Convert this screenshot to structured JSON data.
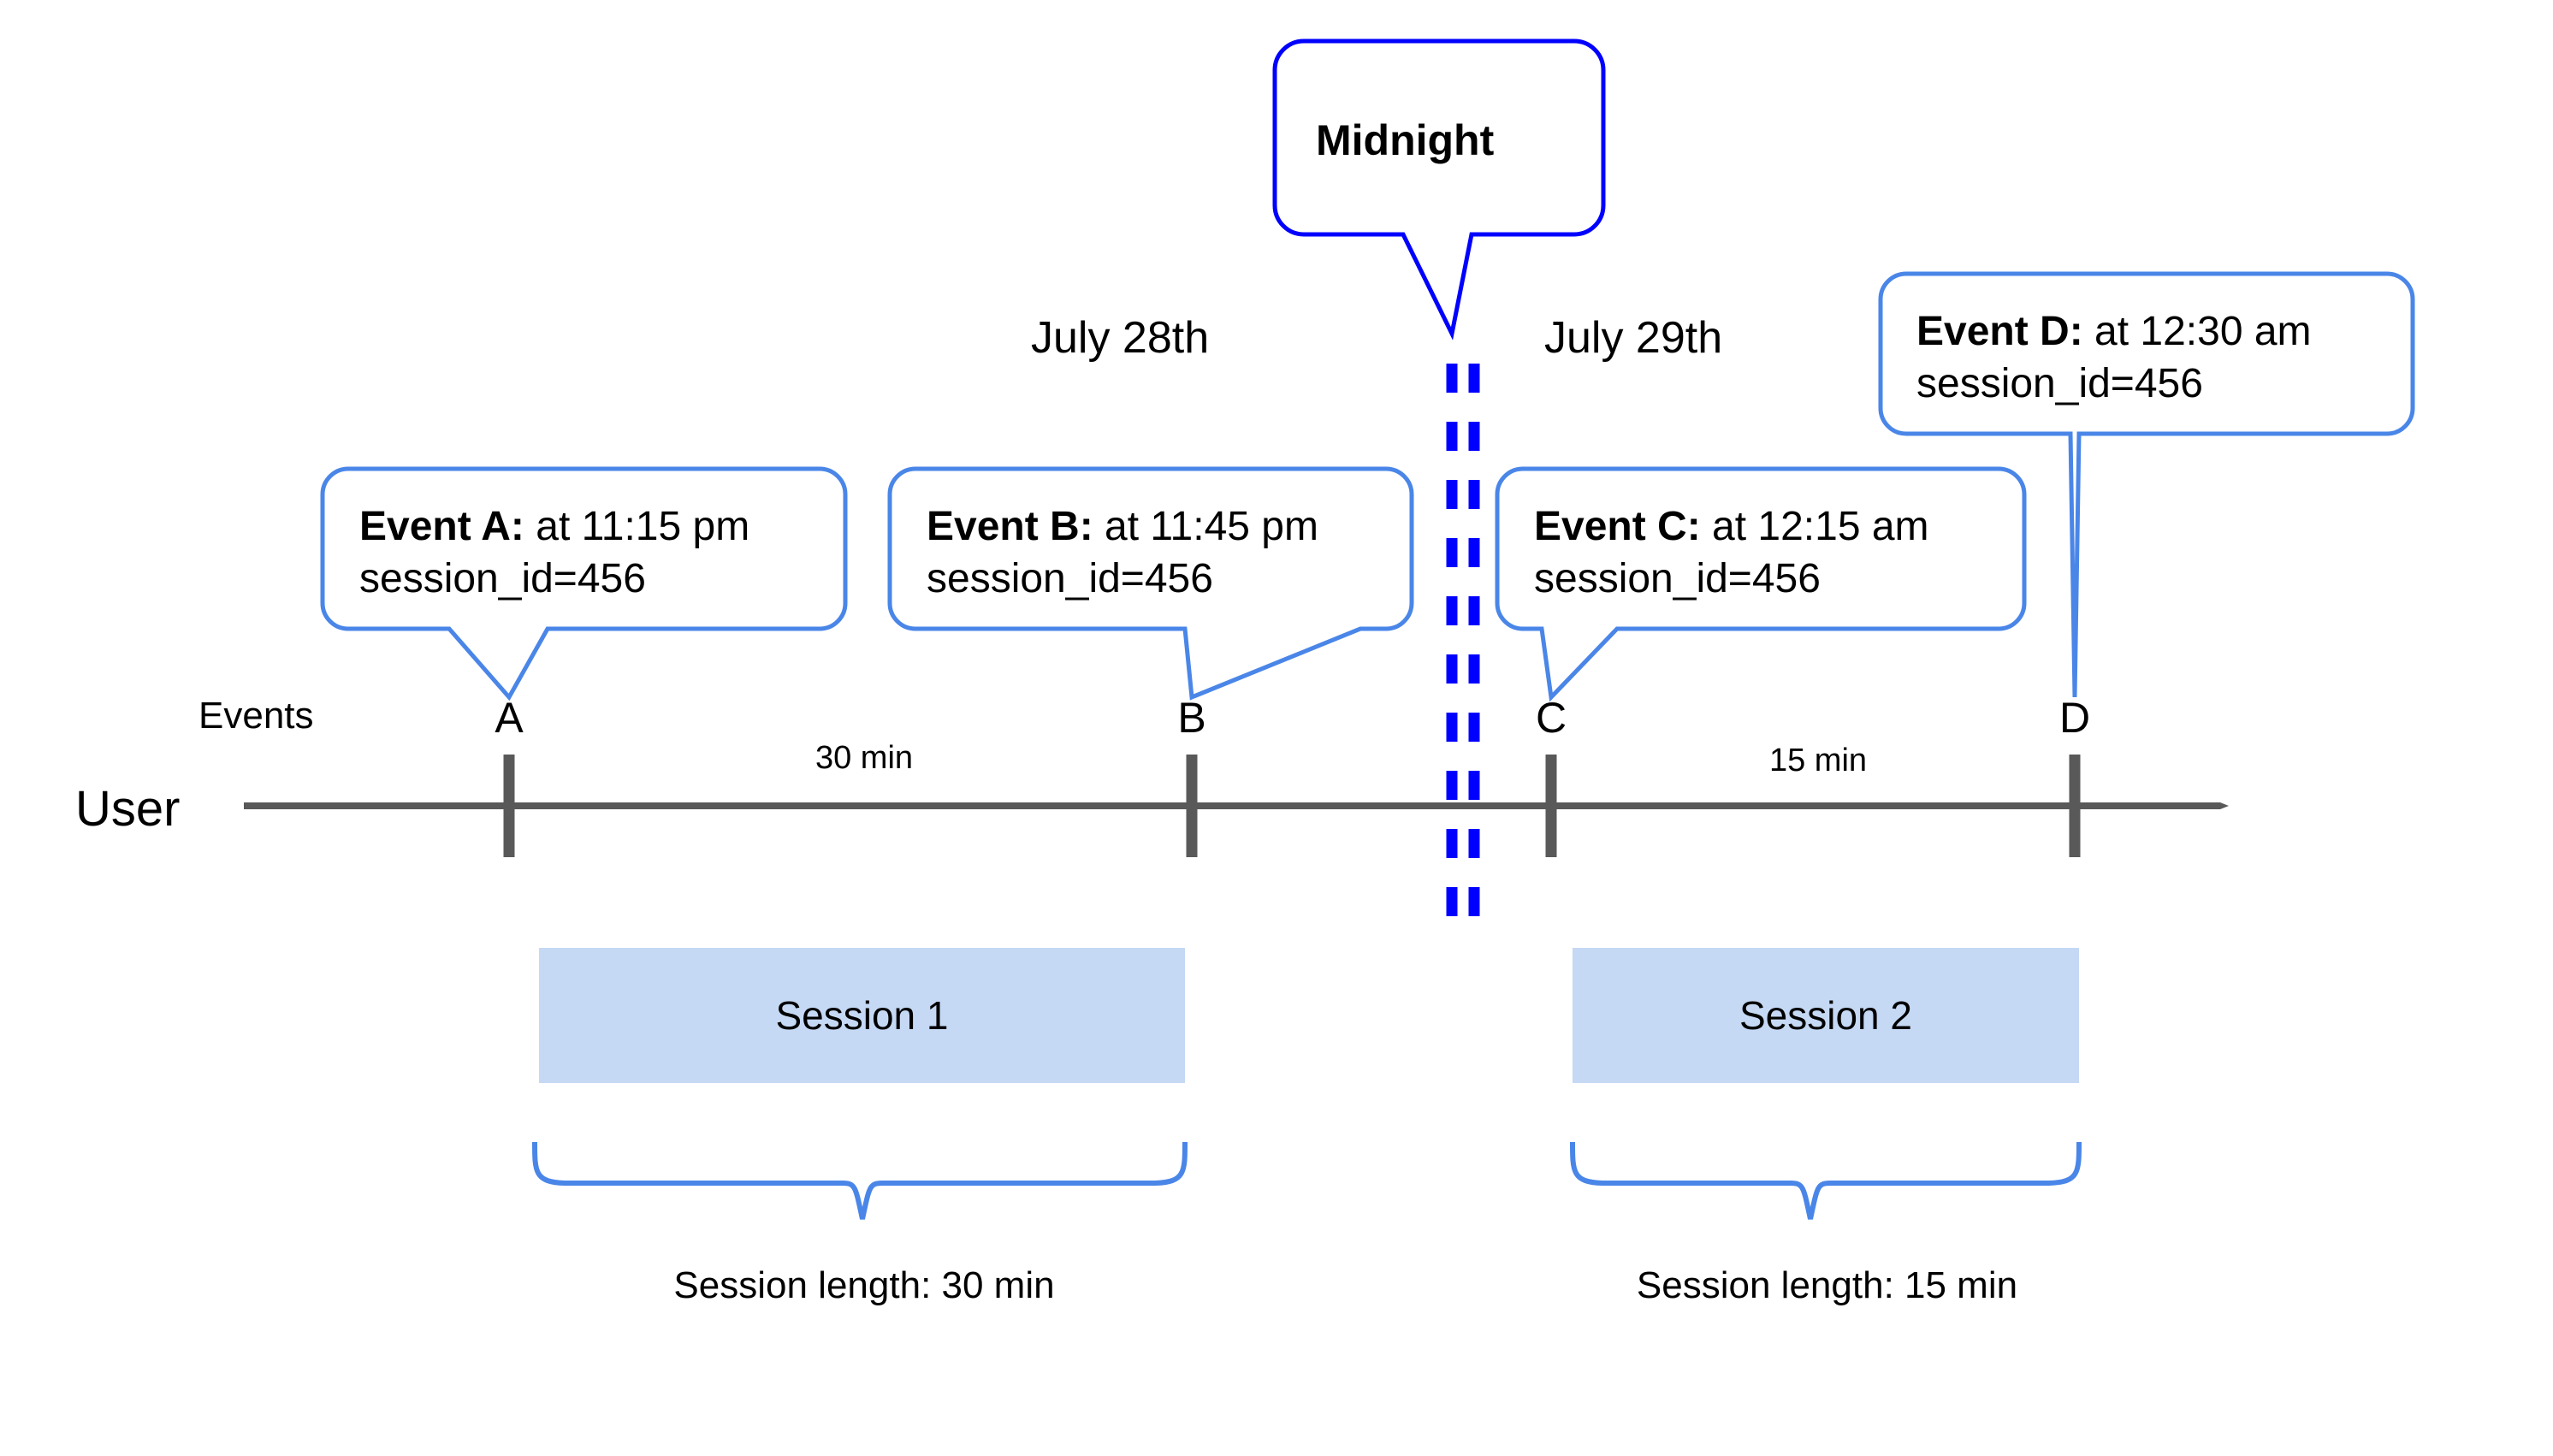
{
  "diagram": {
    "title_callout": {
      "label": "Midnight"
    },
    "lane_label": "User",
    "events_row_label": "Events",
    "dates": [
      {
        "label": "July 28th"
      },
      {
        "label": "July 29th"
      }
    ],
    "events": [
      {
        "marker": "A",
        "title": "Event A:",
        "detail": " at 11:15 pm",
        "line2": "session_id=456"
      },
      {
        "marker": "B",
        "title": "Event B:",
        "detail": " at 11:45 pm",
        "line2": "session_id=456"
      },
      {
        "marker": "C",
        "title": "Event C:",
        "detail": " at 12:15 am",
        "line2": "session_id=456"
      },
      {
        "marker": "D",
        "title": "Event D:",
        "detail": " at 12:30 am",
        "line2": "session_id=456"
      }
    ],
    "gaps": [
      {
        "label": "30 min"
      },
      {
        "label": "15 min"
      }
    ],
    "sessions": [
      {
        "label": "Session 1",
        "length_label": "Session length: 30 min"
      },
      {
        "label": "Session 2",
        "length_label": "Session length: 15 min"
      }
    ],
    "colors": {
      "callout_border": "#4a86e8",
      "midnight_border": "#0000ff",
      "midnight_dashes": "#0000ff",
      "timeline": "#595959",
      "session_fill": "#c5d9f4",
      "brace": "#4a86e8"
    }
  }
}
